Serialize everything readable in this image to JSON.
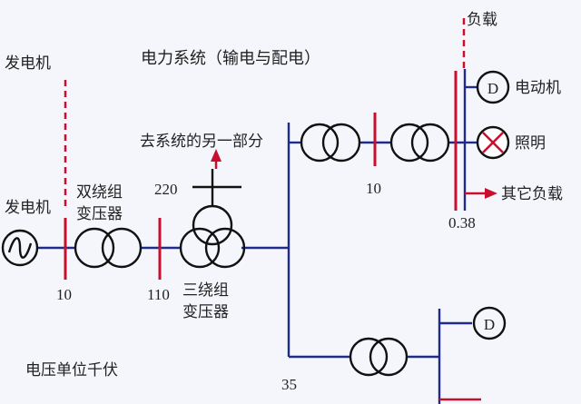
{
  "labels": {
    "generator_top": "发电机",
    "title": "电力系统（输电与配电）",
    "load_top": "负载",
    "to_system": "去系统的另一部分",
    "motor": "电动机",
    "lighting": "照明",
    "other_loads": "其它负载",
    "generator": "发电机",
    "two_winding": "双绕组",
    "transformer_1": "变压器",
    "three_winding": "三绕组",
    "transformer_2": "变压器",
    "unit_note": "电压单位千伏"
  },
  "voltages": {
    "v10_gen": "10",
    "v110": "110",
    "v220": "220",
    "v10_dist": "10",
    "v038": "0.38",
    "v35": "35"
  },
  "symbols": {
    "motor_letter": "D",
    "motor2_letter": "D"
  },
  "colors": {
    "line": "#1f2a8a",
    "bus": "#c8102e",
    "symbol": "#111111"
  }
}
